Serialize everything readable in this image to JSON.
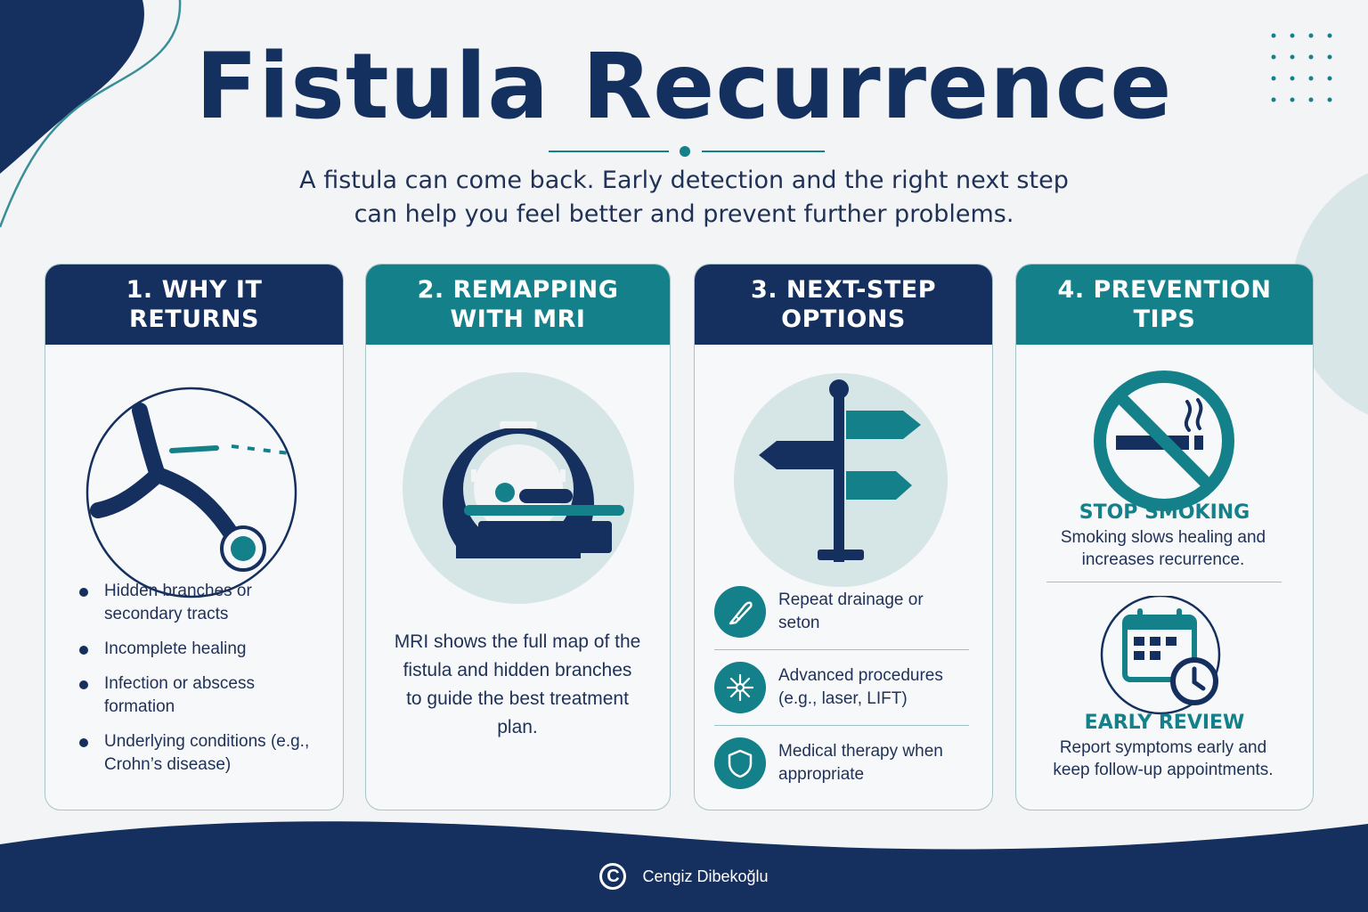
{
  "title": "Fistula Recurrence",
  "subtitle_line1": "A fistula can come back. Early detection and the right next step",
  "subtitle_line2": "can help you feel better and prevent further problems.",
  "colors": {
    "navy": "#15305f",
    "teal": "#14808a",
    "light_teal": "#d6e5e6",
    "background": "#f3f4f6"
  },
  "cards": [
    {
      "heading": "1. WHY IT RETURNS",
      "icon": "branching-tract-icon",
      "bullets": [
        "Hidden branches or secondary tracts",
        "Incomplete healing",
        "Infection or abscess formation",
        "Underlying conditions (e.g., Crohn’s disease)"
      ]
    },
    {
      "heading": "2. REMAPPING WITH MRI",
      "icon": "mri-scanner-icon",
      "text": "MRI shows the full map of the fistula and hidden branches to guide the best treatment plan."
    },
    {
      "heading": "3. NEXT-STEP OPTIONS",
      "icon": "signpost-icon",
      "options": [
        {
          "icon": "scalpel-icon",
          "label": "Repeat drainage or seton"
        },
        {
          "icon": "laser-icon",
          "label": "Advanced procedures (e.g., laser, LIFT)"
        },
        {
          "icon": "shield-icon",
          "label": "Medical therapy when appropriate"
        }
      ]
    },
    {
      "heading": "4. PREVENTION TIPS",
      "tips": [
        {
          "icon": "no-smoking-icon",
          "title": "STOP SMOKING",
          "text": "Smoking slows healing and increases recurrence."
        },
        {
          "icon": "calendar-clock-icon",
          "title": "EARLY REVIEW",
          "text": "Report symptoms early and keep follow-up appointments."
        }
      ]
    }
  ],
  "footer": {
    "copyright_symbol": "C",
    "author": "Cengiz Dibekoğlu"
  }
}
